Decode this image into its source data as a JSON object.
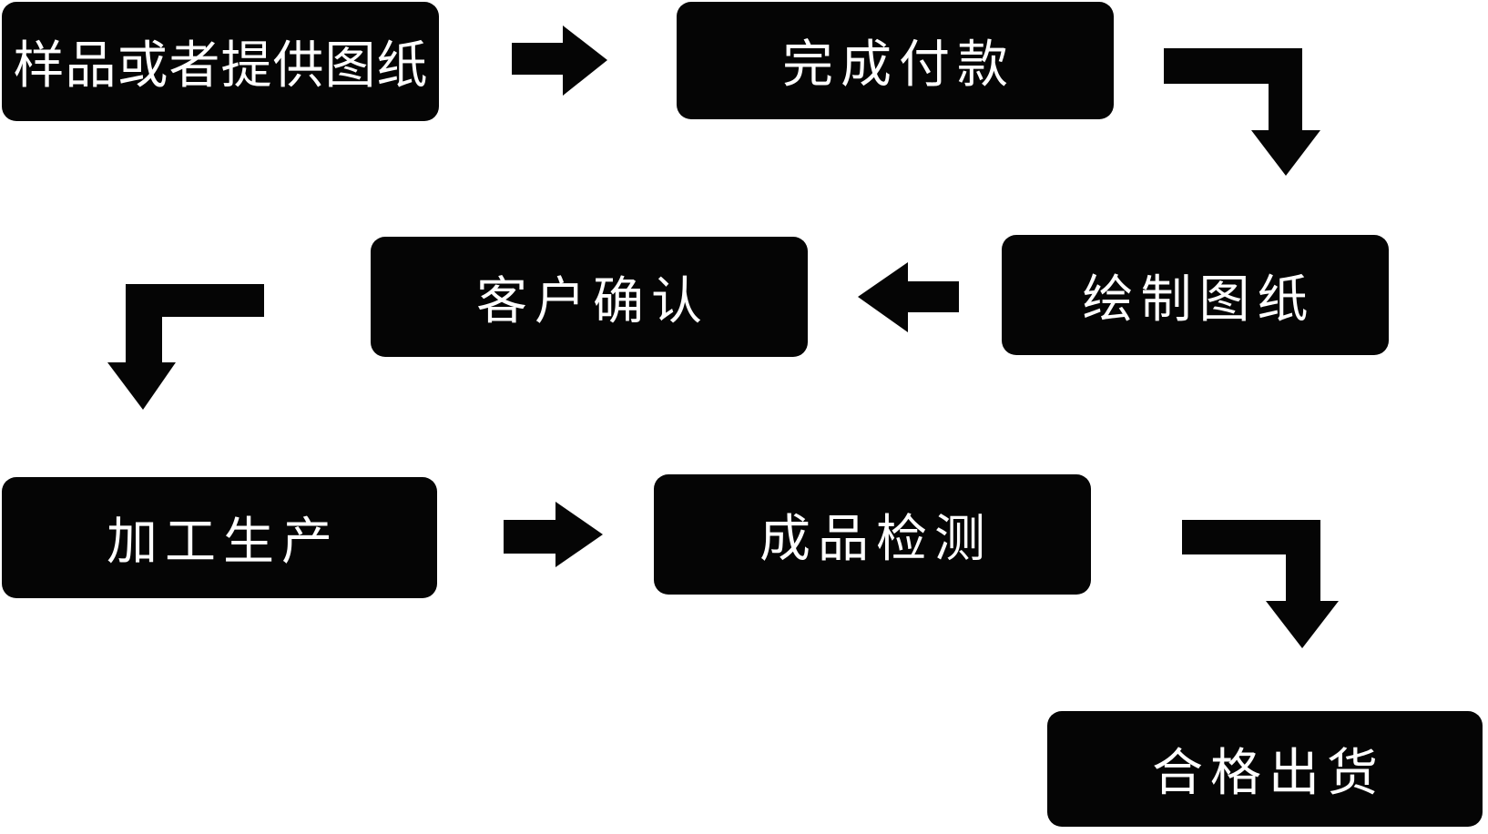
{
  "colors": {
    "background": "#ffffff",
    "node_background": "#050505",
    "node_text": "#ffffff",
    "arrow": "#050505"
  },
  "nodes": [
    {
      "id": "sample",
      "label": "样品或者提供图纸"
    },
    {
      "id": "payment",
      "label": "完成付款"
    },
    {
      "id": "drawing",
      "label": "绘制图纸"
    },
    {
      "id": "confirm",
      "label": "客户确认"
    },
    {
      "id": "production",
      "label": "加工生产"
    },
    {
      "id": "inspection",
      "label": "成品检测"
    },
    {
      "id": "shipment",
      "label": "合格出货"
    }
  ],
  "edges": [
    {
      "from": "sample",
      "to": "payment",
      "shape": "arrow-right"
    },
    {
      "from": "payment",
      "to": "drawing",
      "shape": "elbow-down-right"
    },
    {
      "from": "drawing",
      "to": "confirm",
      "shape": "arrow-left"
    },
    {
      "from": "confirm",
      "to": "production",
      "shape": "elbow-down-left"
    },
    {
      "from": "production",
      "to": "inspection",
      "shape": "arrow-right"
    },
    {
      "from": "inspection",
      "to": "shipment",
      "shape": "elbow-down-right"
    }
  ]
}
